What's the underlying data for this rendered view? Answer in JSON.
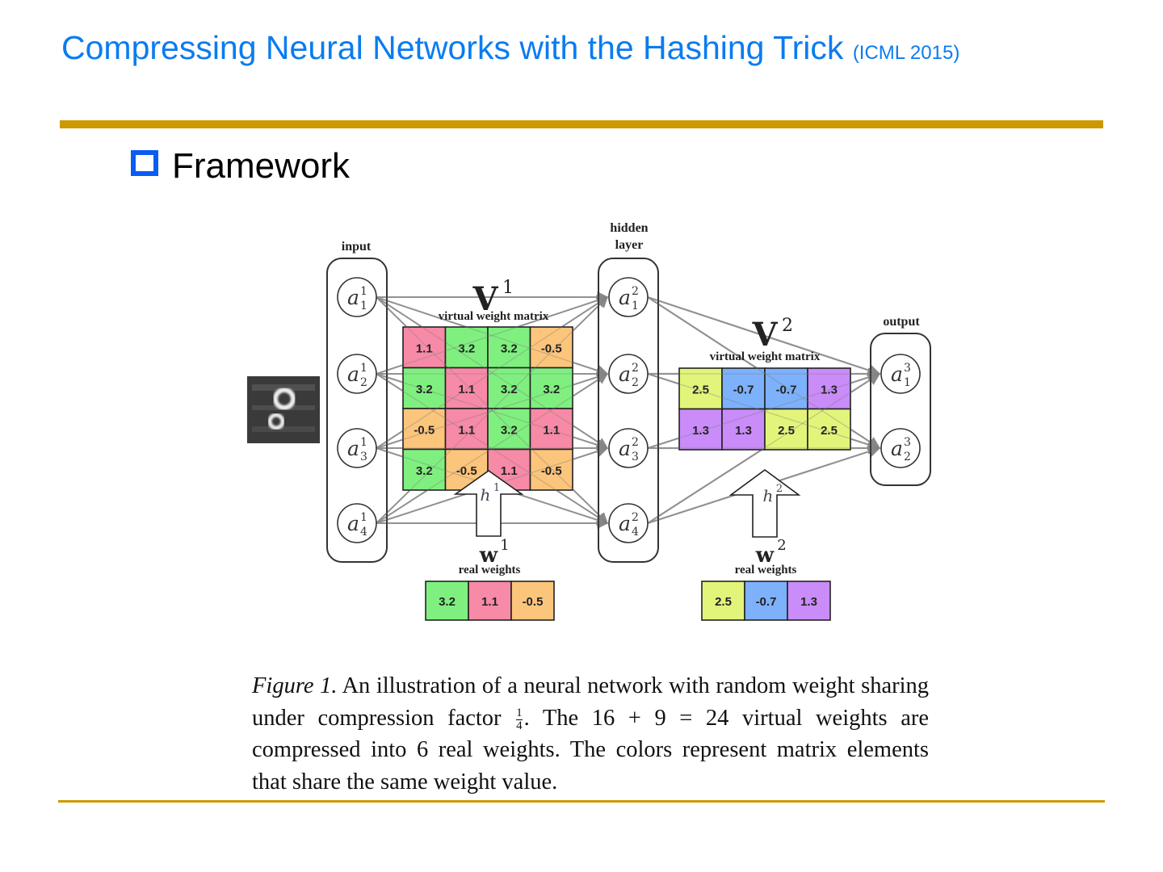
{
  "header": {
    "title": "Compressing Neural Networks with the Hashing Trick",
    "venue": "(ICML 2015)"
  },
  "bullet": {
    "label": "Framework"
  },
  "colors": {
    "title": "#0a7cf0",
    "rule": "#cc9900",
    "bullet": "#0a5cf5",
    "weight_colors": {
      "3.2": "#7ff07f",
      "1.1": "#f78aa6",
      "-0.5": "#fcc57c",
      "2.5": "#e2f57a",
      "-0.7": "#7db1fb",
      "1.3": "#c98cf8"
    }
  },
  "figure": {
    "layers": {
      "input": {
        "label": "input",
        "nodes": [
          [
            "a",
            "1",
            "1"
          ],
          [
            "a",
            "1",
            "2"
          ],
          [
            "a",
            "1",
            "3"
          ],
          [
            "a",
            "1",
            "4"
          ]
        ]
      },
      "hidden": {
        "label_line1": "hidden",
        "label_line2": "layer",
        "nodes": [
          [
            "a",
            "2",
            "1"
          ],
          [
            "a",
            "2",
            "2"
          ],
          [
            "a",
            "2",
            "3"
          ],
          [
            "a",
            "2",
            "4"
          ]
        ]
      },
      "output": {
        "label": "output",
        "nodes": [
          [
            "a",
            "3",
            "1"
          ],
          [
            "a",
            "3",
            "2"
          ]
        ]
      }
    },
    "v1": {
      "symbol": "V",
      "superscript": "1",
      "label": "virtual weight matrix",
      "matrix": [
        [
          "1.1",
          "3.2",
          "3.2",
          "-0.5"
        ],
        [
          "3.2",
          "1.1",
          "3.2",
          "3.2"
        ],
        [
          "-0.5",
          "1.1",
          "3.2",
          "1.1"
        ],
        [
          "3.2",
          "-0.5",
          "1.1",
          "-0.5"
        ]
      ]
    },
    "v2": {
      "symbol": "V",
      "superscript": "2",
      "label": "virtual weight matrix",
      "matrix": [
        [
          "2.5",
          "-0.7",
          "-0.7",
          "1.3"
        ],
        [
          "1.3",
          "1.3",
          "2.5",
          "2.5"
        ]
      ]
    },
    "hash1": {
      "symbol": "h",
      "superscript": "1"
    },
    "hash2": {
      "symbol": "h",
      "superscript": "2"
    },
    "w1": {
      "symbol": "w",
      "superscript": "1",
      "label": "real weights",
      "values": [
        "3.2",
        "1.1",
        "-0.5"
      ]
    },
    "w2": {
      "symbol": "w",
      "superscript": "2",
      "label": "real weights",
      "values": [
        "2.5",
        "-0.7",
        "1.3"
      ]
    },
    "input_image": "handwritten-digit-8"
  },
  "caption": {
    "figure_label": "Figure 1.",
    "part1": " An illustration of a neural network with random weight sharing under compression factor ",
    "frac_num": "1",
    "frac_den": "4",
    "part2": ".  The 16 + 9 = 24 virtual weights are compressed into 6 real weights. The colors represent matrix elements that share the same weight value."
  }
}
